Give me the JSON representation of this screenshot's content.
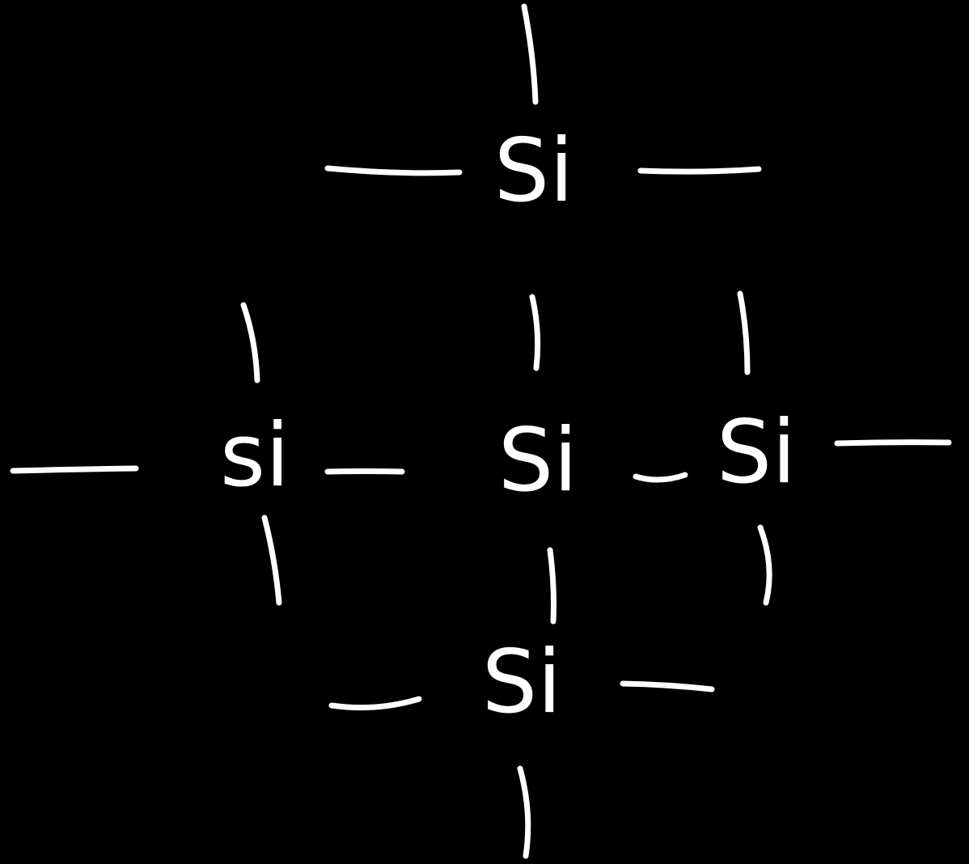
{
  "diagram": {
    "background_color": "#000000",
    "ink_color": "#ffffff",
    "atoms": [
      {
        "id": "top",
        "label": "Si"
      },
      {
        "id": "left",
        "label": "si"
      },
      {
        "id": "center",
        "label": "Si"
      },
      {
        "id": "right",
        "label": "Si"
      },
      {
        "id": "bottom",
        "label": "Si"
      }
    ],
    "bonds": [
      {
        "atom": "top",
        "direction": "up"
      },
      {
        "atom": "top",
        "direction": "left"
      },
      {
        "atom": "top",
        "direction": "right"
      },
      {
        "from": "top",
        "to": "center"
      },
      {
        "atom": "left",
        "direction": "up"
      },
      {
        "atom": "left",
        "direction": "left"
      },
      {
        "atom": "left",
        "direction": "down"
      },
      {
        "from": "left",
        "to": "center"
      },
      {
        "atom": "right",
        "direction": "up"
      },
      {
        "atom": "right",
        "direction": "right"
      },
      {
        "atom": "right",
        "direction": "down"
      },
      {
        "from": "center",
        "to": "right"
      },
      {
        "from": "center",
        "to": "bottom"
      },
      {
        "atom": "bottom",
        "direction": "left"
      },
      {
        "atom": "bottom",
        "direction": "right"
      },
      {
        "atom": "bottom",
        "direction": "down"
      }
    ]
  }
}
